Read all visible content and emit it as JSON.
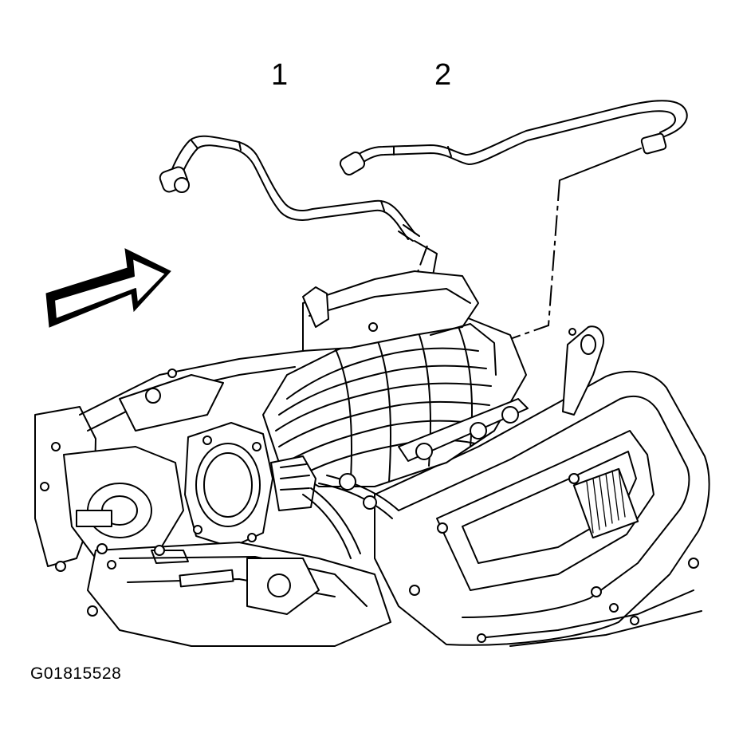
{
  "callouts": {
    "hose_1": "1",
    "hose_2": "2"
  },
  "figure_id": "G01815528",
  "colors": {
    "ink": "#000000",
    "background": "#ffffff"
  },
  "icons": {
    "direction_arrow": "front-direction-arrow-icon"
  }
}
